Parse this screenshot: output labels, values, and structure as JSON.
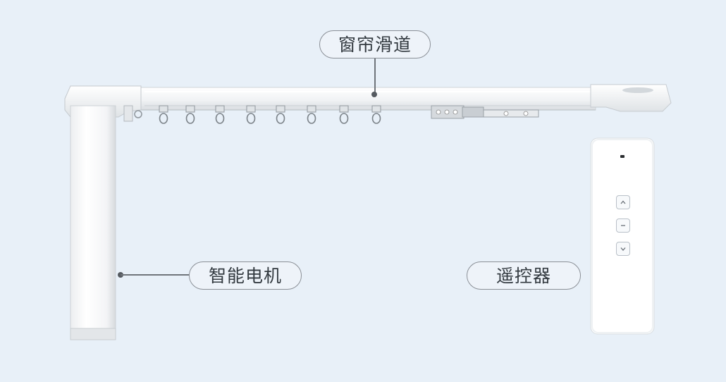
{
  "labels": {
    "track": "窗帘滑道",
    "motor": "智能电机",
    "remote": "遥控器"
  },
  "remote": {
    "buttons": [
      "up",
      "stop",
      "down"
    ]
  },
  "colors": {
    "background": "#e8f0f8",
    "product_white": "#ffffff",
    "outline": "#8a8f96"
  }
}
